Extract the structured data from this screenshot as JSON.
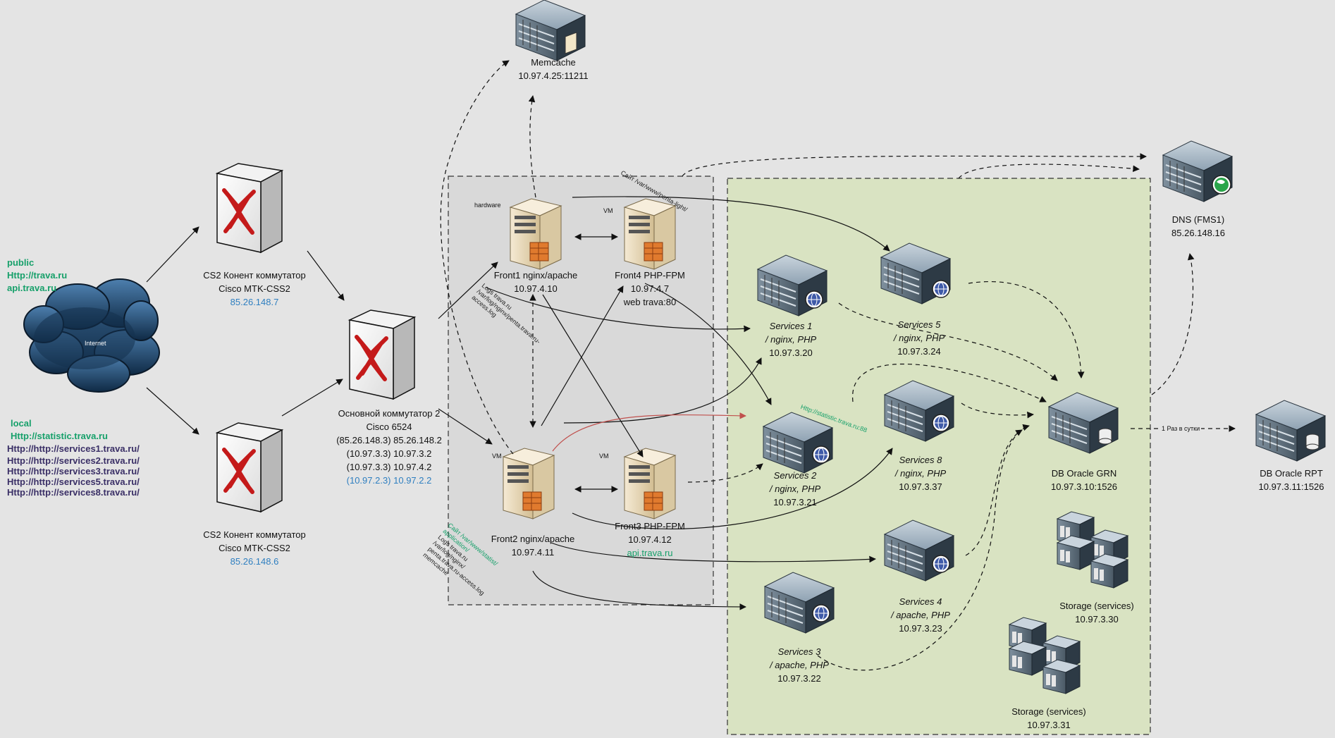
{
  "colors": {
    "background": "#e4e4e4",
    "front_zone": "#d9d9d9",
    "services_zone": "#d9e3c2",
    "link_green": "#16a06a",
    "ip_blue": "#2f7fc0",
    "url_purple": "#3a2f66",
    "red_link": "#c0504d"
  },
  "internet": {
    "label": "Internet"
  },
  "public": {
    "title": "public",
    "lines": [
      "Http://trava.ru",
      "api.trava.ru"
    ]
  },
  "local": {
    "title": "local",
    "statistic": "Http://statistic.trava.ru",
    "services": [
      "Http://http://services1.trava.ru/",
      "Http://http://services2.trava.ru/",
      "Http://http://services3.trava.ru/",
      "Http://http://services5.trava.ru/",
      "Http://http://services8.trava.ru/"
    ]
  },
  "switches": {
    "cs2_top": {
      "name": "CS2 Конент коммутатор",
      "model": "Cisco MTK-CSS2",
      "ip": "85.26.148.7"
    },
    "cs2_bottom": {
      "name": "CS2 Конент коммутатор",
      "model": "Cisco MTK-CSS2",
      "ip": "85.26.148.6"
    },
    "main": {
      "name": "Основной коммутатор 2",
      "model": "Cisco 6524",
      "ip1": "(85.26.148.3) 85.26.148.2",
      "ip2": "(10.97.3.3) 10.97.3.2",
      "ip3": "(10.97.3.3) 10.97.4.2",
      "ip4": "(10.97.2.3) 10.97.2.2"
    }
  },
  "memcache": {
    "name": "Memcache",
    "ip": "10.97.4.25:11211"
  },
  "tags": {
    "hardware": "hardware",
    "vm1": "VM",
    "vm2": "VM",
    "vm3": "VM"
  },
  "fronts": {
    "front1": {
      "name": "Front1 nginx/apache",
      "ip": "10.97.4.10"
    },
    "front4": {
      "name": "Front4 PHP-FPM",
      "ip": "10.97.4.7",
      "extra": "web trava:80"
    },
    "front2": {
      "name": "Front2 nginx/apache",
      "ip": "10.97.4.11"
    },
    "front3": {
      "name": "Front3 PHP-FPM",
      "ip": "10.97.4.12",
      "extra": "api.trava.ru"
    }
  },
  "annotations": {
    "front1_logs": [
      "Logs trava.ru",
      "/var/log/nginx/penta.trava.ru-",
      "access.log"
    ],
    "site_path": "Сайт /var/www/penta-light/",
    "statistic_url": "Http://statistic.trava.ru:88",
    "front2_notes": [
      "Сайт /var/www/statist/",
      "application/",
      "Logs trava.ru",
      "/var/log/nginx/",
      "penta.trava.ru-access.log",
      "memcache"
    ]
  },
  "services": {
    "s1": {
      "name": "Services 1",
      "stack": "/ nginx, PHP",
      "ip": "10.97.3.20"
    },
    "s5": {
      "name": "Services 5",
      "stack": "/ nginx, PHP",
      "ip": "10.97.3.24"
    },
    "s2": {
      "name": "Services 2",
      "stack": "/ nginx, PHP",
      "ip": "10.97.3.21"
    },
    "s8": {
      "name": "Services 8",
      "stack": "/ nginx, PHP",
      "ip": "10.97.3.37"
    },
    "s4": {
      "name": "Services 4",
      "stack": "/ apache, PHP",
      "ip": "10.97.3.23"
    },
    "s3": {
      "name": "Services 3",
      "stack": "/ apache, PHP",
      "ip": "10.97.3.22"
    }
  },
  "dns": {
    "name": "DNS (FMS1)",
    "ip": "85.26.148.16"
  },
  "db_grn": {
    "name": "DB Oracle GRN",
    "ip": "10.97.3.10:1526"
  },
  "db_rpt": {
    "name": "DB Oracle RPT",
    "ip": "10.97.3.11:1526"
  },
  "sync_label": "1 Раз в сутки",
  "storage1": {
    "name": "Storage (services)",
    "ip": "10.97.3.30"
  },
  "storage2": {
    "name": "Storage (services)",
    "ip": "10.97.3.31"
  }
}
